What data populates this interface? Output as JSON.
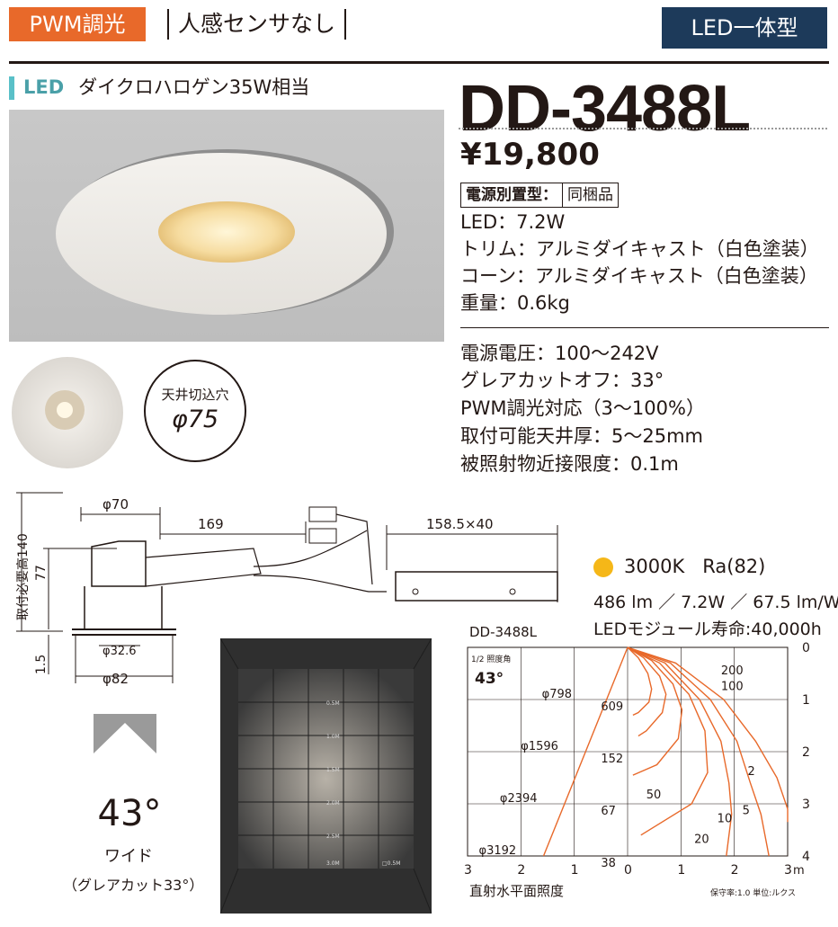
{
  "header": {
    "dimming_tag": "PWM調光",
    "sensor_note": "人感センサなし",
    "type_tag": "LED一体型"
  },
  "lamp_spec": {
    "led_label": "LED",
    "equivalent": "ダイクロハロゲン35W相当"
  },
  "product": {
    "model": "DD-3488L",
    "price": "¥19,800",
    "power_supply_key": "電源別置型",
    "power_supply_sep": "：",
    "power_supply_value": "同梱品"
  },
  "specs_a": [
    "LED：7.2W",
    "トリム：アルミダイキャスト（白色塗装）",
    "コーン：アルミダイキャスト（白色塗装）",
    "重量：0.6kg"
  ],
  "specs_b": [
    "電源電圧：100〜242V",
    "グレアカットオフ：33°",
    "PWM調光対応（3〜100%）",
    "取付可能天井厚：5〜25mm",
    "被照射物近接限度：0.1m"
  ],
  "cutout": {
    "label": "天井切込穴",
    "size": "φ75"
  },
  "dimensions": {
    "depth_required": "取付必要高140",
    "height": "77",
    "flange": "1.5",
    "trim_dia": "φ70",
    "cable_len": "169",
    "psu_size": "158.5×40",
    "inner_dia": "φ32.6",
    "outer_dia": "φ82"
  },
  "light": {
    "color_temp": "3000K",
    "ra": "Ra(82)",
    "efficacy": "486 lm ／ 7.2W ／ 67.5 lm/W",
    "life": "LEDモジュール寿命:40,000h",
    "color_dot": "#f5b718"
  },
  "beam": {
    "angle": "43°",
    "type": "ワイド",
    "glare": "（グレアカット33°）"
  },
  "room_labels": [
    "0.5M",
    "1.0M",
    "1.5M",
    "2.0M",
    "2.5M",
    "3.0M",
    "□0.5M"
  ],
  "chart_data": {
    "type": "line",
    "title": "DD-3488L",
    "xlabel": "直射水平面照度",
    "note": "保守率:1.0  単位:ルクス",
    "half_angle_label": "1/2 照度角",
    "half_angle": "43°",
    "x_ticks": [
      "3",
      "2",
      "1",
      "0",
      "1",
      "2",
      "3"
    ],
    "y_ticks": [
      "0",
      "1",
      "2",
      "3",
      "4"
    ],
    "y_unit": "m",
    "xlim": [
      -3,
      3
    ],
    "ylim": [
      0,
      4
    ],
    "beam_diameters": [
      {
        "label": "φ798",
        "distance": 1,
        "lux": "609"
      },
      {
        "label": "φ1596",
        "distance": 2,
        "lux": "152"
      },
      {
        "label": "φ2394",
        "distance": 3,
        "lux": "67"
      },
      {
        "label": "φ3192",
        "distance": 4,
        "lux": "38"
      }
    ],
    "series": [
      {
        "name": "200",
        "x": [
          0,
          0.2,
          0.38,
          0.45,
          0.4,
          0.2,
          0.1
        ],
        "y": [
          0,
          0.2,
          0.5,
          0.8,
          1.05,
          1.25,
          1.3
        ]
      },
      {
        "name": "100",
        "x": [
          0,
          0.3,
          0.6,
          0.72,
          0.65,
          0.35,
          0.2
        ],
        "y": [
          0,
          0.2,
          0.55,
          0.9,
          1.25,
          1.6,
          1.7
        ]
      },
      {
        "name": "50",
        "x": [
          0,
          0.45,
          0.85,
          1.02,
          0.95,
          0.55,
          0.1
        ],
        "y": [
          0,
          0.25,
          0.7,
          1.2,
          1.75,
          2.25,
          2.45
        ]
      },
      {
        "name": "20",
        "x": [
          0,
          0.6,
          1.15,
          1.45,
          1.5,
          1.2,
          0.25
        ],
        "y": [
          0,
          0.3,
          0.9,
          1.6,
          2.4,
          3.0,
          3.6
        ]
      },
      {
        "name": "10",
        "x": [
          0,
          0.7,
          1.35,
          1.75,
          1.9,
          1.95,
          1.85
        ],
        "y": [
          0,
          0.3,
          1.0,
          1.8,
          2.6,
          3.2,
          4.0
        ]
      },
      {
        "name": "5",
        "x": [
          0,
          0.8,
          1.55,
          2.05,
          2.3,
          2.5,
          2.65
        ],
        "y": [
          0,
          0.3,
          1.0,
          1.8,
          2.6,
          3.2,
          4.0
        ]
      },
      {
        "name": "2",
        "x": [
          0,
          0.9,
          1.8,
          2.4,
          2.8,
          3.0,
          3.0
        ],
        "y": [
          0,
          0.3,
          1.0,
          1.8,
          2.5,
          3.1,
          3.35
        ]
      }
    ]
  }
}
